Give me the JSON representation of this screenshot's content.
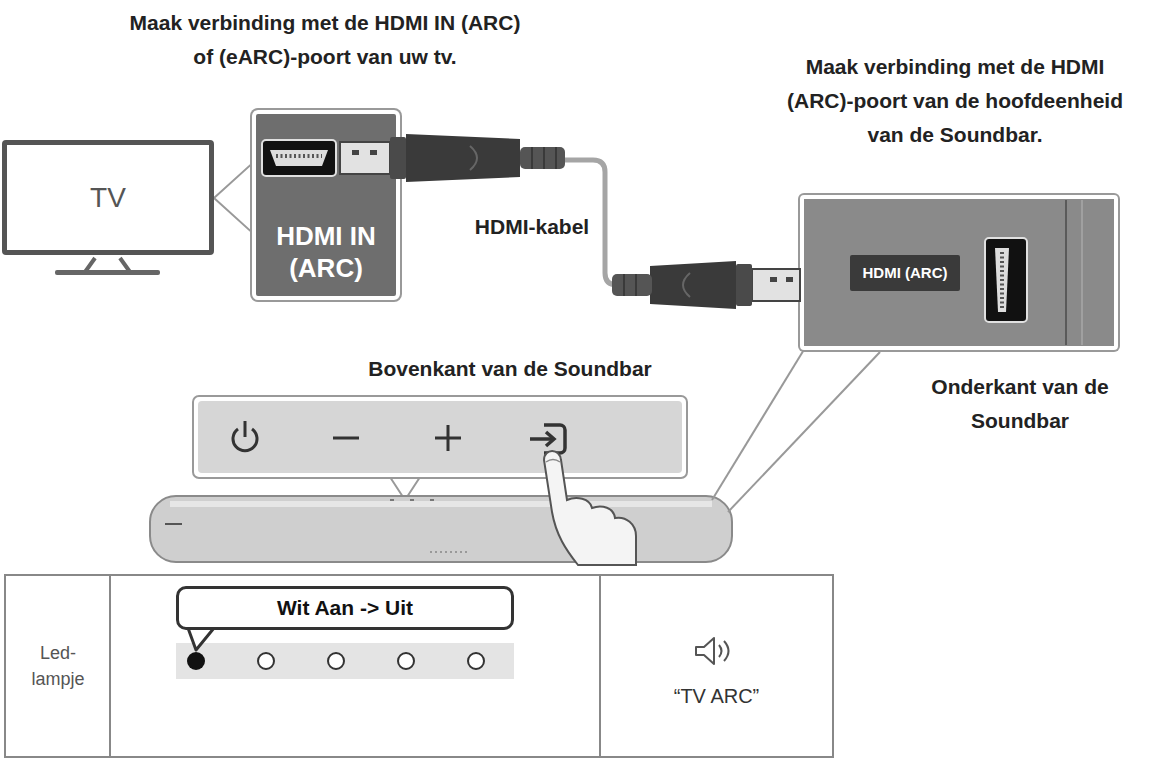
{
  "diagram": {
    "nodes": [
      {
        "text": [
          "TV"
        ]
      },
      {
        "text": [
          "HDMI IN (ARC)"
        ]
      },
      {
        "text": [
          "HDMI (ARC)"
        ]
      },
      {
        "text": [
          "Led-lampje"
        ]
      },
      {
        "text": [
          "Wit Aan -> Uit"
        ]
      },
      {
        "text": [
          "“TV ARC”"
        ]
      }
    ],
    "edges": [
      {
        "from": 1,
        "to": 2,
        "arrow": "none"
      }
    ],
    "labels": [
      "Maak verbinding met de HDMI IN (ARC) of (eARC)-poort van uw tv.",
      "HDMI-kabel",
      "Maak verbinding met de HDMI (ARC)-poort van de hoofdeenheid van de Soundbar.",
      "Bovenkant van de Soundbar",
      "Onderkant van de Soundbar"
    ]
  }
}
